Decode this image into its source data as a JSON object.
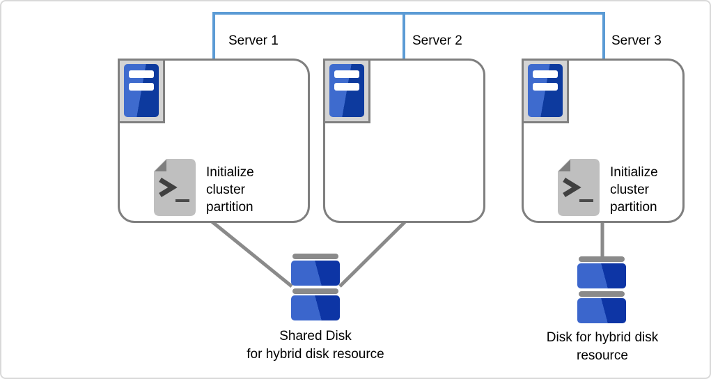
{
  "diagram": {
    "kind": "cluster-configuration-diagram"
  },
  "servers": [
    {
      "label": "Server 1",
      "script_label": "Initialize\ncluster\npartition"
    },
    {
      "label": "Server 2"
    },
    {
      "label": "Server 3",
      "script_label": "Initialize\ncluster\npartition"
    }
  ],
  "disks": [
    {
      "label": "Shared Disk\nfor hybrid disk resource"
    },
    {
      "label": "Disk for hybrid disk\nresource"
    }
  ],
  "icons": {
    "server": "server-icon",
    "script": "script-file-icon",
    "disk": "disk-stack-icon"
  },
  "colors": {
    "network_line": "#5b9bd5",
    "connector": "#8a8a8a",
    "box_border": "#7f7f7f",
    "disk_blue_light": "#3b66cc",
    "disk_blue_dark": "#0d35a5",
    "server_icon_blue_light": "#3e6bce",
    "server_icon_blue_dark": "#0d3a9e",
    "document_gray": "#bfbfbf",
    "fold_gray": "#7f7f7f"
  }
}
